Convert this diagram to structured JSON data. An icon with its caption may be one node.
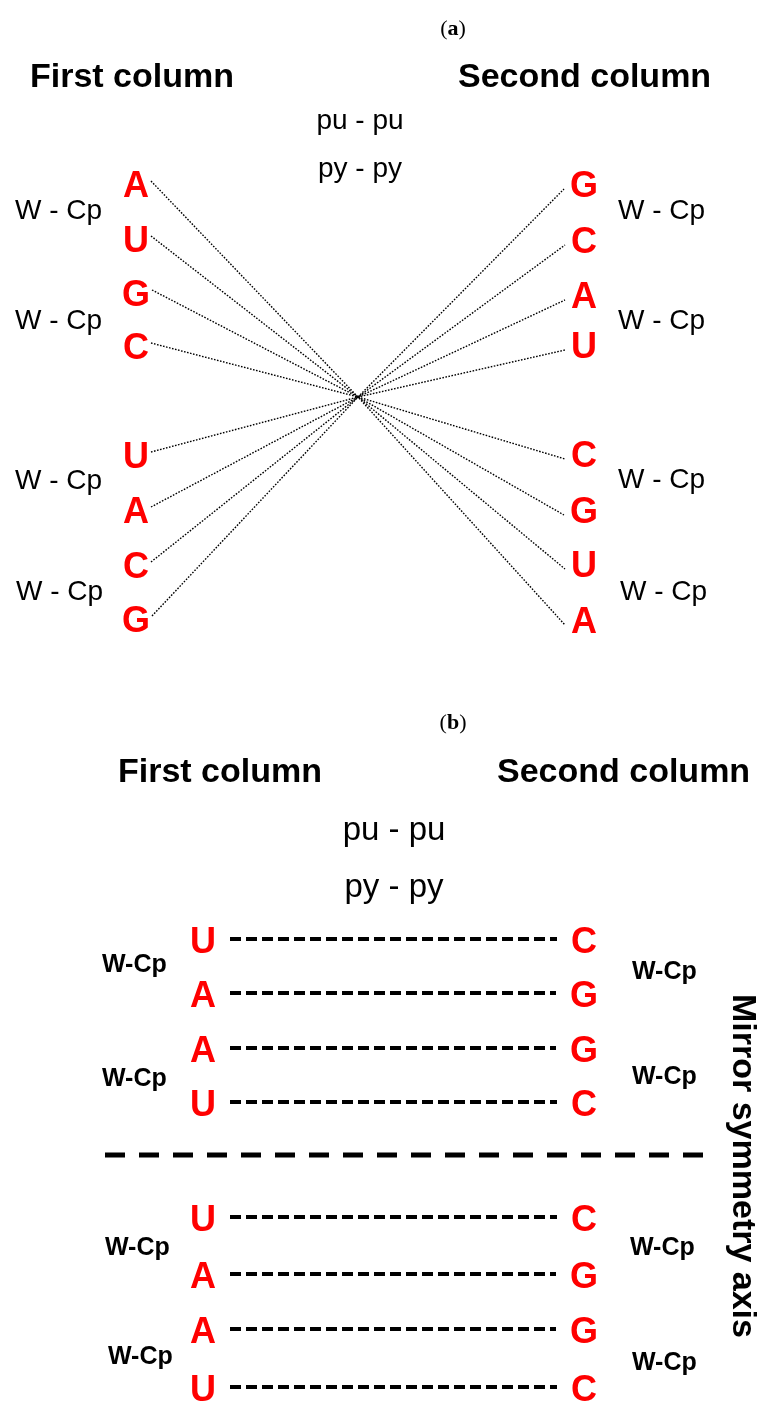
{
  "diagram": {
    "nodes": [
      {
        "text": [
          "A"
        ]
      },
      {
        "text": [
          "U"
        ]
      },
      {
        "text": [
          "G"
        ]
      },
      {
        "text": [
          "C"
        ]
      },
      {
        "text": [
          "U"
        ]
      },
      {
        "text": [
          "A"
        ]
      },
      {
        "text": [
          "C"
        ]
      },
      {
        "text": [
          "G"
        ]
      },
      {
        "text": [
          "G"
        ]
      },
      {
        "text": [
          "C"
        ]
      },
      {
        "text": [
          "A"
        ]
      },
      {
        "text": [
          "U"
        ]
      },
      {
        "text": [
          "C"
        ]
      },
      {
        "text": [
          "G"
        ]
      },
      {
        "text": [
          "U"
        ]
      },
      {
        "text": [
          "A"
        ]
      },
      {
        "text": [
          "U"
        ]
      },
      {
        "text": [
          "A"
        ]
      },
      {
        "text": [
          "A"
        ]
      },
      {
        "text": [
          "U"
        ]
      },
      {
        "text": [
          "U"
        ]
      },
      {
        "text": [
          "A"
        ]
      },
      {
        "text": [
          "A"
        ]
      },
      {
        "text": [
          "U"
        ]
      },
      {
        "text": [
          "C"
        ]
      },
      {
        "text": [
          "G"
        ]
      },
      {
        "text": [
          "G"
        ]
      },
      {
        "text": [
          "C"
        ]
      },
      {
        "text": [
          "C"
        ]
      },
      {
        "text": [
          "G"
        ]
      },
      {
        "text": [
          "G"
        ]
      },
      {
        "text": [
          "C"
        ]
      }
    ],
    "edges": [
      {
        "from": 0,
        "to": 15,
        "arrow": "none",
        "style": "dashed"
      },
      {
        "from": 1,
        "to": 14,
        "arrow": "none",
        "style": "dashed"
      },
      {
        "from": 2,
        "to": 13,
        "arrow": "none",
        "style": "dashed"
      },
      {
        "from": 3,
        "to": 12,
        "arrow": "none",
        "style": "dashed"
      },
      {
        "from": 4,
        "to": 11,
        "arrow": "none",
        "style": "dashed"
      },
      {
        "from": 5,
        "to": 10,
        "arrow": "none",
        "style": "dashed"
      },
      {
        "from": 6,
        "to": 9,
        "arrow": "none",
        "style": "dashed"
      },
      {
        "from": 7,
        "to": 8,
        "arrow": "none",
        "style": "dashed"
      },
      {
        "from": 16,
        "to": 24,
        "arrow": "none",
        "style": "dashed"
      },
      {
        "from": 17,
        "to": 25,
        "arrow": "none",
        "style": "dashed"
      },
      {
        "from": 18,
        "to": 26,
        "arrow": "none",
        "style": "dashed"
      },
      {
        "from": 19,
        "to": 27,
        "arrow": "none",
        "style": "dashed"
      },
      {
        "from": 20,
        "to": 28,
        "arrow": "none",
        "style": "dashed"
      },
      {
        "from": 21,
        "to": 29,
        "arrow": "none",
        "style": "dashed"
      },
      {
        "from": 22,
        "to": 30,
        "arrow": "none",
        "style": "dashed"
      },
      {
        "from": 23,
        "to": 31,
        "arrow": "none",
        "style": "dashed"
      }
    ],
    "labels": [
      "(**a**)",
      "First column",
      "Second column",
      "pu - pu",
      "py - py",
      "W - Cp",
      "W - Cp",
      "W - Cp",
      "W - Cp",
      "W - Cp",
      "W - Cp",
      "W - Cp",
      "W - Cp",
      "(**b**)",
      "First column",
      "Second column",
      "pu - pu",
      "py - py",
      "W-Cp",
      "W-Cp",
      "W-Cp",
      "W-Cp",
      "W-Cp",
      "W-Cp",
      "W-Cp",
      "W-Cp",
      "Mirror symmetry axis"
    ]
  }
}
